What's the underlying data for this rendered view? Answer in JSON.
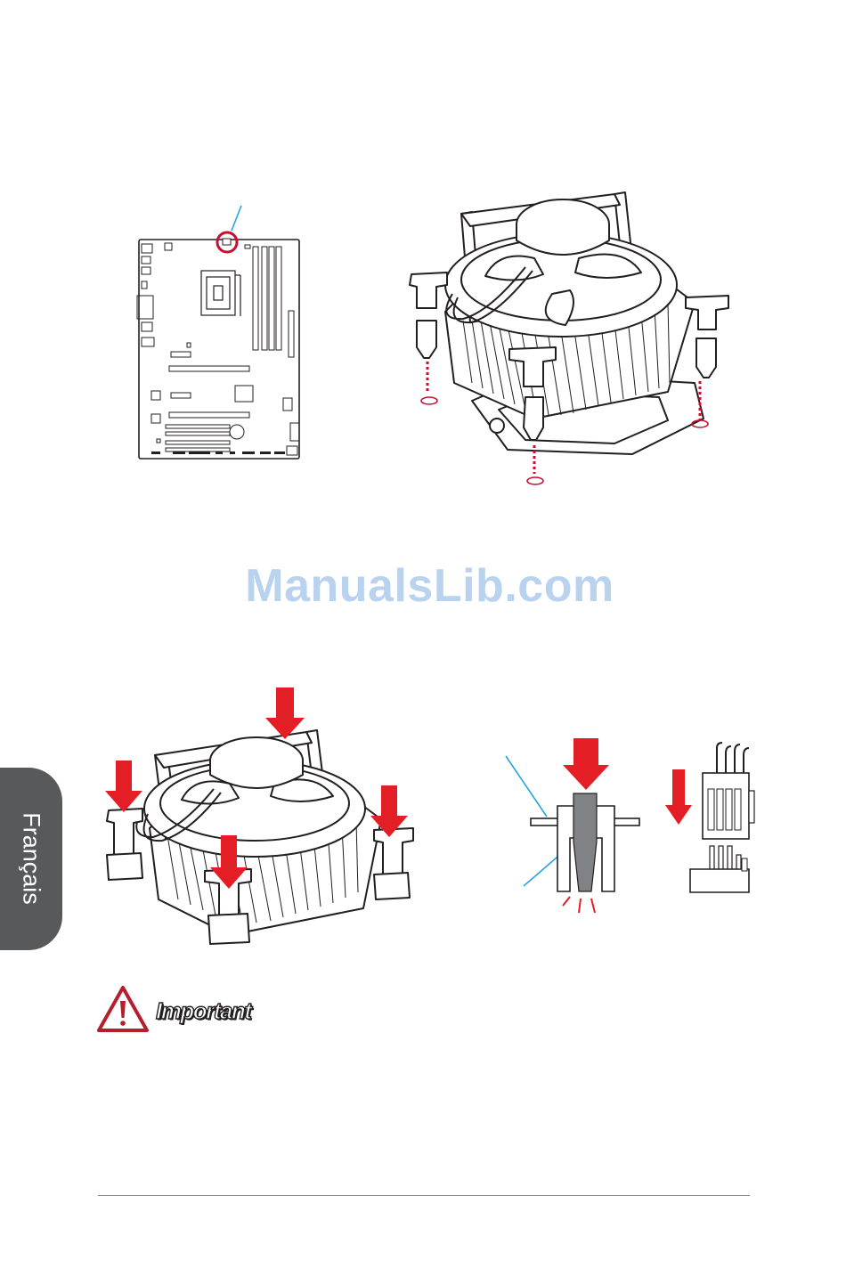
{
  "watermark": "ManualsLib.com",
  "side_tab": {
    "label": "Français"
  },
  "important": {
    "label": "Important"
  },
  "icons": {
    "warning": "warning-triangle-icon",
    "down_arrow": "red-down-arrow-icon"
  },
  "colors": {
    "arrow_red": "#e31e24",
    "callout_blue": "#2aa4dd",
    "watermark_blue": "#b9d3ef",
    "tab_gray": "#58595b"
  }
}
